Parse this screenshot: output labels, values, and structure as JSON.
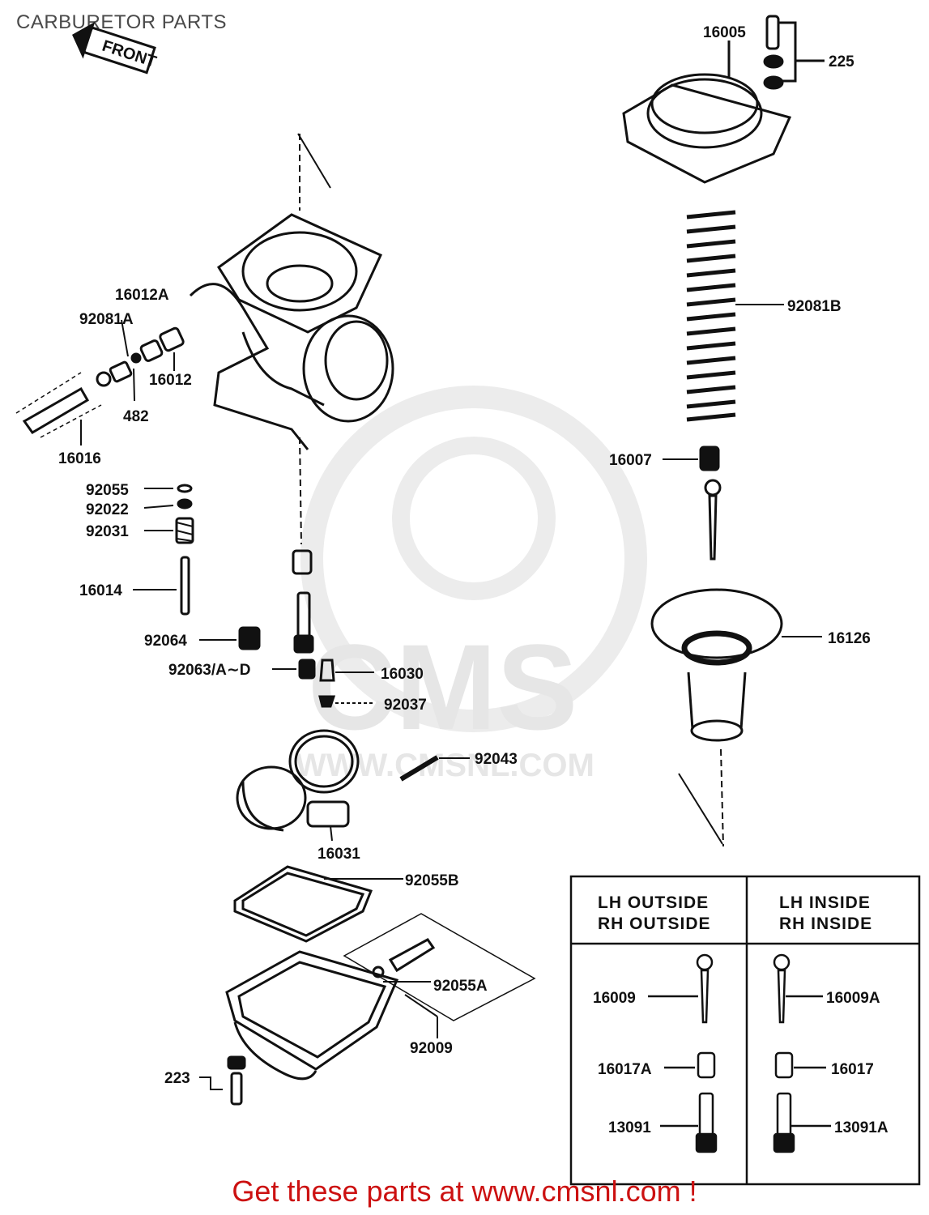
{
  "title": "CARBURETOR PARTS",
  "front_marker": "FRONT",
  "watermark": {
    "brand": "CMS",
    "url": "WWW.CMSNL.COM"
  },
  "footer": "Get these parts at www.cmsnl.com !",
  "part_labels": {
    "p16005": "16005",
    "p225": "225",
    "p92081B": "92081B",
    "p16007": "16007",
    "p16126": "16126",
    "p16012A": "16012A",
    "p92081A": "92081A",
    "p16012": "16012",
    "p482": "482",
    "p16016": "16016",
    "p92055": "92055",
    "p92022": "92022",
    "p92031": "92031",
    "p16014": "16014",
    "p92064": "92064",
    "p92063": "92063/A∼D",
    "p16030": "16030",
    "p92037": "92037",
    "p92043": "92043",
    "p16031": "16031",
    "p92055B": "92055B",
    "p92055A": "92055A",
    "p92009": "92009",
    "p223": "223"
  },
  "table": {
    "col1_header_line1": "LH OUTSIDE",
    "col1_header_line2": "RH OUTSIDE",
    "col2_header_line1": "LH INSIDE",
    "col2_header_line2": "RH INSIDE",
    "rows": [
      {
        "left": "16009",
        "right": "16009A"
      },
      {
        "left": "16017A",
        "right": "16017"
      },
      {
        "left": "13091",
        "right": "13091A"
      }
    ]
  }
}
